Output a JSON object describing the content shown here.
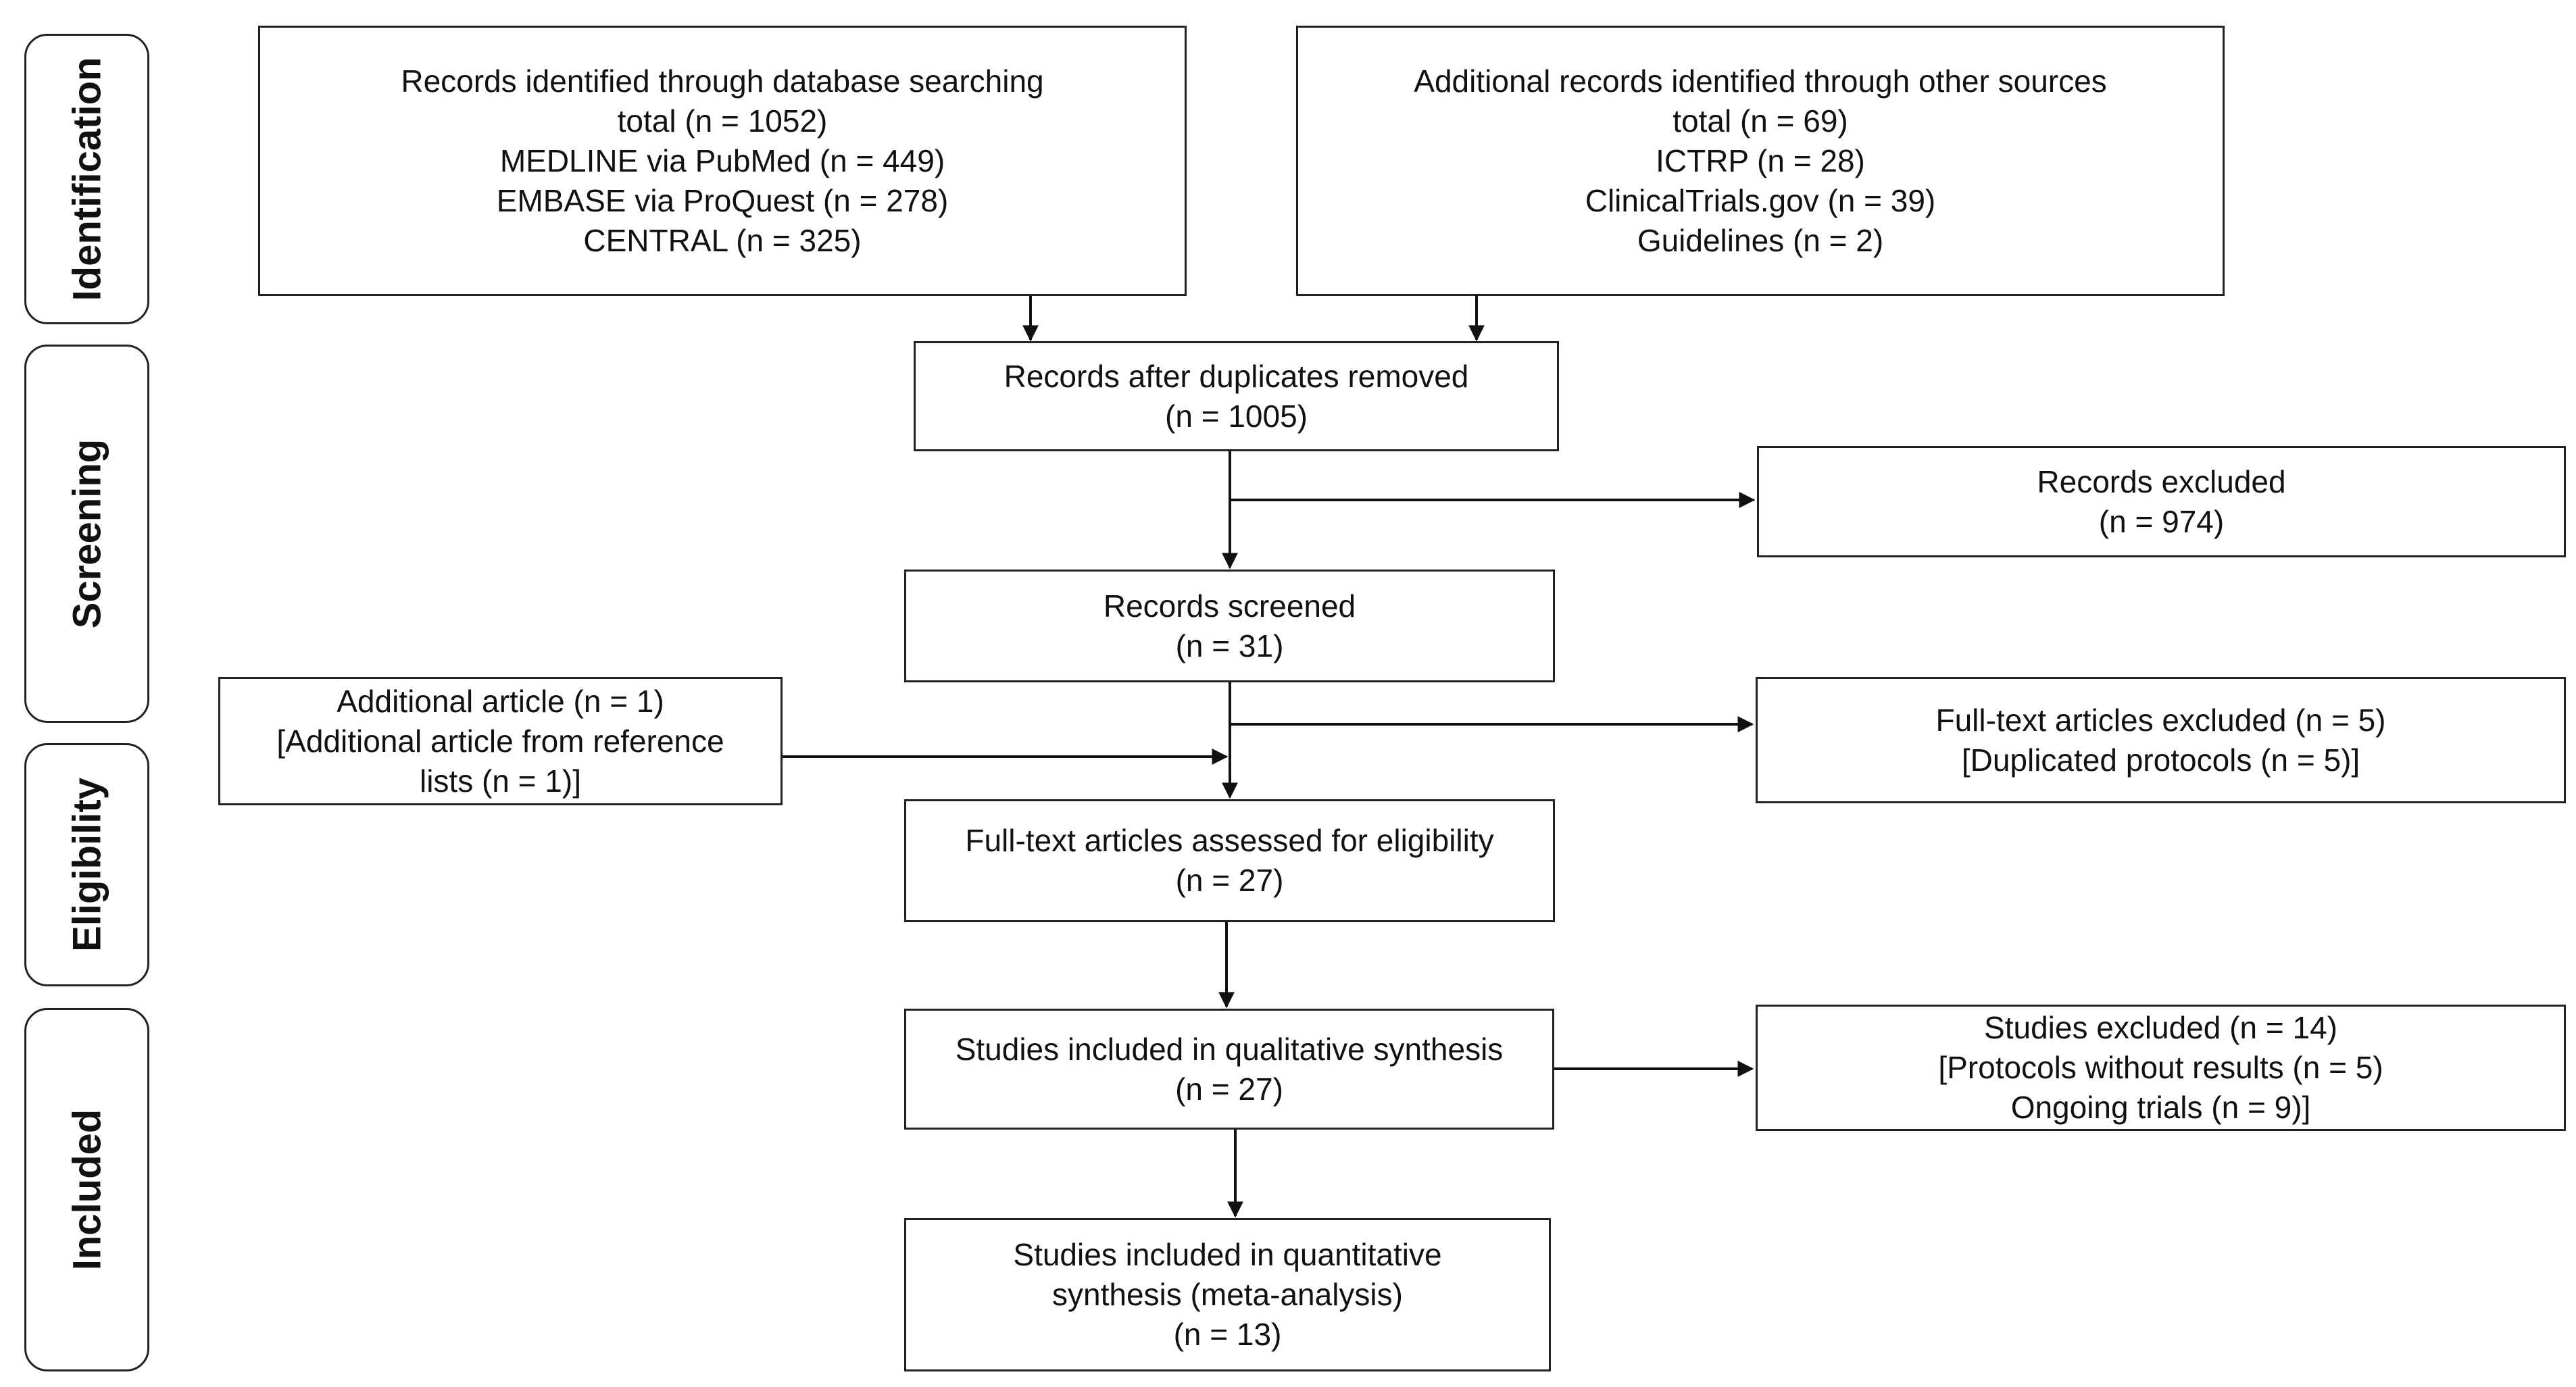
{
  "stages": [
    {
      "id": "identification",
      "label": "Identification"
    },
    {
      "id": "screening",
      "label": "Screening"
    },
    {
      "id": "eligibility",
      "label": "Eligibility"
    },
    {
      "id": "included",
      "label": "Included"
    }
  ],
  "boxes": {
    "database": [
      "Records identified through database searching",
      "total (n = 1052)",
      "MEDLINE via PubMed (n = 449)",
      "EMBASE via ProQuest (n = 278)",
      "CENTRAL (n = 325)"
    ],
    "other_sources": [
      "Additional records identified through other sources",
      "total (n = 69)",
      "ICTRP (n = 28)",
      "ClinicalTrials.gov (n = 39)",
      "Guidelines (n = 2)"
    ],
    "duplicates_removed": [
      "Records after duplicates removed",
      "(n = 1005)"
    ],
    "records_excluded": [
      "Records excluded",
      "(n = 974)"
    ],
    "records_screened": [
      "Records screened",
      "(n = 31)"
    ],
    "additional_article": [
      "Additional article (n = 1)",
      "[Additional article from reference",
      "lists (n = 1)]"
    ],
    "fulltext_excluded": [
      "Full-text articles excluded (n = 5)",
      "[Duplicated protocols (n = 5)]"
    ],
    "fulltext_assessed": [
      "Full-text articles assessed for eligibility",
      "(n = 27)"
    ],
    "qualitative": [
      "Studies included in qualitative synthesis",
      "(n = 27)"
    ],
    "studies_excluded": [
      "Studies excluded (n = 14)",
      "[Protocols without results (n = 5)",
      "Ongoing trials (n = 9)]"
    ],
    "quantitative": [
      "Studies included in quantitative",
      "synthesis (meta-analysis)",
      "(n = 13)"
    ]
  }
}
